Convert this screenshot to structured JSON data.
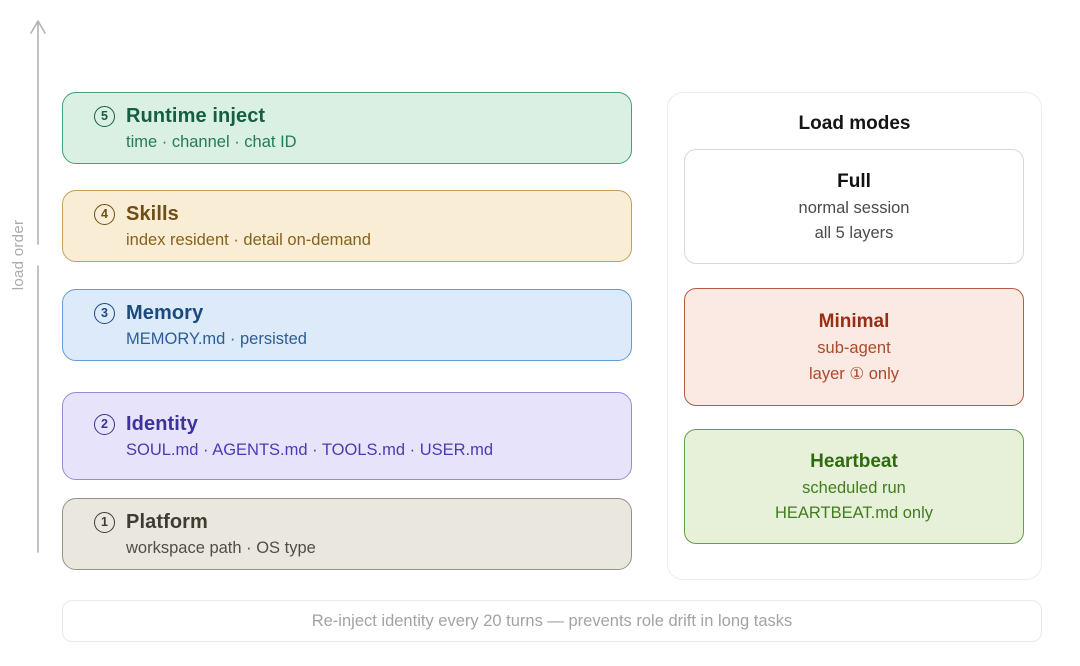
{
  "axis": {
    "label": "load order"
  },
  "layers": [
    {
      "number": "5",
      "title": "Runtime inject",
      "subtitle": "time · channel · chat ID",
      "colors": {
        "bg": "#d9f0e3",
        "border": "#44a078",
        "title": "#155e44",
        "subtitle": "#257a58"
      }
    },
    {
      "number": "4",
      "title": "Skills",
      "subtitle": "index resident · detail on-demand",
      "colors": {
        "bg": "#f9edd5",
        "border": "#c59d5f",
        "title": "#6e4e15",
        "subtitle": "#85621c"
      }
    },
    {
      "number": "3",
      "title": "Memory",
      "subtitle": "MEMORY.md · persisted",
      "colors": {
        "bg": "#ddeaf9",
        "border": "#659bd2",
        "title": "#1b4a7e",
        "subtitle": "#2a5d97"
      }
    },
    {
      "number": "2",
      "title": "Identity",
      "subtitle": "SOUL.md · AGENTS.md · TOOLS.md · USER.md",
      "colors": {
        "bg": "#e7e3fa",
        "border": "#978cd6",
        "title": "#3b329c",
        "subtitle": "#473db0"
      }
    },
    {
      "number": "1",
      "title": "Platform",
      "subtitle": "workspace path · OS type",
      "colors": {
        "bg": "#eae7df",
        "border": "#979384",
        "title": "#3e3b31",
        "subtitle": "#514e44"
      }
    }
  ],
  "load_modes": {
    "title": "Load modes",
    "modes": [
      {
        "name": "Full",
        "lines": [
          "normal session",
          "all 5 layers"
        ],
        "colors": {
          "bg": "#ffffff",
          "border": "#d8d8d8",
          "title": "#111111",
          "text": "#4a4a4a"
        }
      },
      {
        "name": "Minimal",
        "lines": [
          "sub-agent",
          "layer ① only"
        ],
        "colors": {
          "bg": "#fbe9e3",
          "border": "#b65c41",
          "title": "#9a2e14",
          "text": "#ad4a2c"
        }
      },
      {
        "name": "Heartbeat",
        "lines": [
          "scheduled run",
          "HEARTBEAT.md only"
        ],
        "colors": {
          "bg": "#e7f1da",
          "border": "#679e45",
          "title": "#2f6a10",
          "text": "#417c1d"
        }
      }
    ]
  },
  "footnote": "Re-inject identity every 20 turns — prevents role drift in long tasks"
}
